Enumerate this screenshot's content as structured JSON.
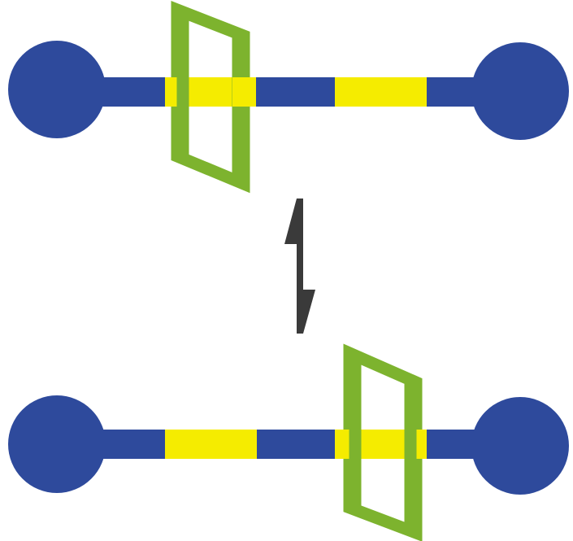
{
  "colors": {
    "background": "#ffffff",
    "stopper": "#2e4a9c",
    "axle": "#2e4a9c",
    "station": "#f5ec00",
    "ring": "#7db32e",
    "arrow": "#3a3a3a"
  },
  "rotaxanes": [
    {
      "id": "state-top",
      "ring_at_station": 1
    },
    {
      "id": "state-bottom",
      "ring_at_station": 2
    }
  ],
  "equilibrium": {
    "icon": "equilibrium-arrows-icon"
  }
}
